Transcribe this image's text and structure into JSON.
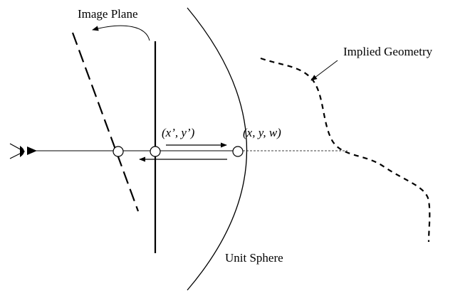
{
  "labels": {
    "image_plane": "Image Plane",
    "implied_geometry": "Implied Geometry",
    "unit_sphere": "Unit Sphere",
    "image_coords": "(x’, y’)",
    "sphere_coords": "(x, y, w)"
  },
  "icons": {
    "eye": "eye-icon"
  },
  "colors": {
    "stroke": "#000000",
    "background": "#ffffff"
  }
}
